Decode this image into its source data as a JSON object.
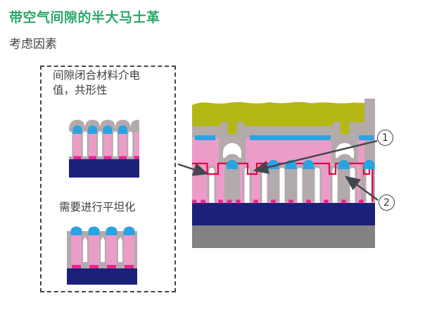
{
  "page": {
    "title": "带空气间隙的半大马士革",
    "subtitle": "考虑因素"
  },
  "considerations": {
    "box_items": [
      {
        "label": "间隙闭合材料介电值，共形性"
      },
      {
        "label": "需要进行平坦化"
      }
    ]
  },
  "callouts": [
    {
      "number": "1"
    },
    {
      "number": "2"
    }
  ],
  "colors": {
    "title_green": "#2aa868",
    "text_dark": "#3f3f3f",
    "border_dark": "#474747",
    "olive": "#b5b715",
    "gray_ild": "#b3aaac",
    "pink": "#eb9dc8",
    "blue": "#2aa3e0",
    "red_liner": "#e3063f",
    "magenta": "#e8258f",
    "navy": "#1b2178",
    "substrate_gray": "#828282",
    "arrow": "#42464d",
    "white": "#ffffff"
  }
}
